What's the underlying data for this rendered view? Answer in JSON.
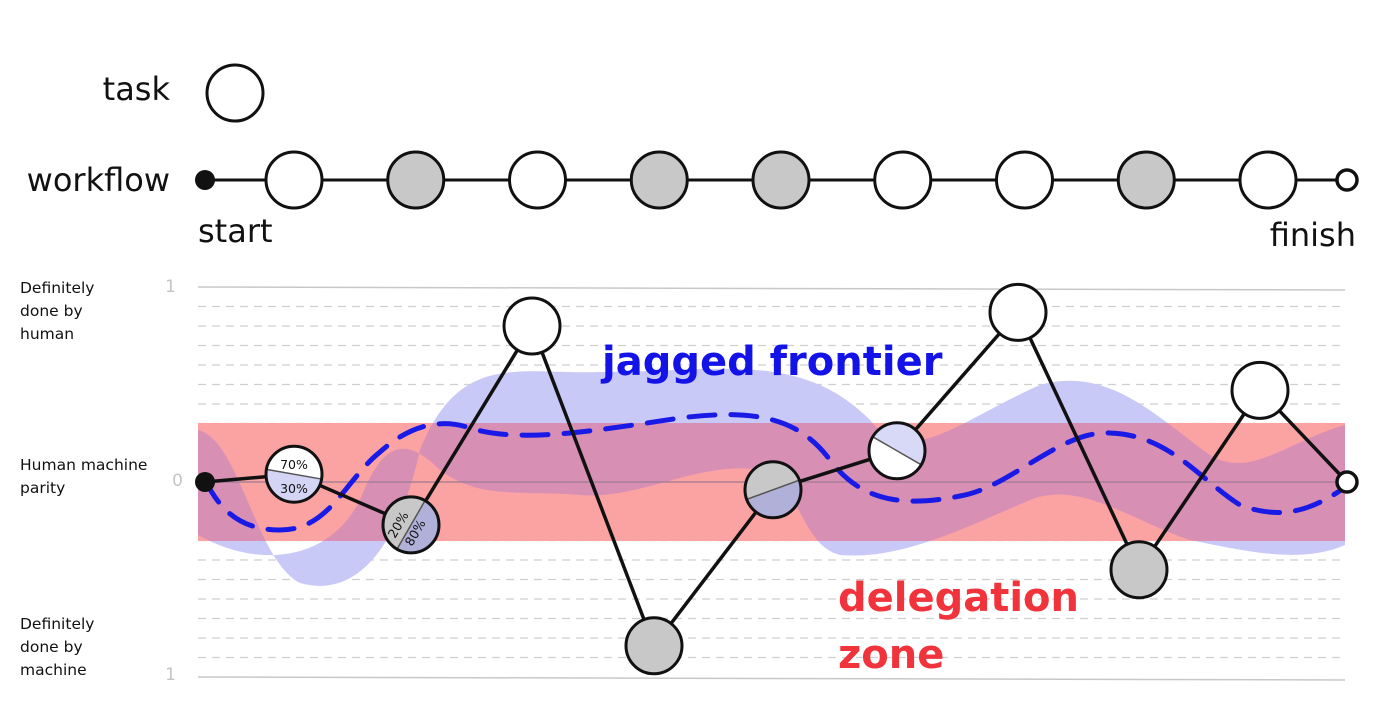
{
  "legend": {
    "task_label": "task",
    "workflow_label": "workflow"
  },
  "workflow": {
    "start_label": "start",
    "finish_label": "finish",
    "tasks": [
      "white",
      "gray",
      "white",
      "gray",
      "gray",
      "white",
      "white",
      "gray",
      "white"
    ]
  },
  "axis": {
    "top_label": [
      "Definitely",
      "done by",
      "human"
    ],
    "middle_label": [
      "Human machine",
      "parity"
    ],
    "bottom_label": [
      "Definitely",
      "done by",
      "machine"
    ],
    "tick_top": "1",
    "tick_mid": "0",
    "tick_bottom": "1"
  },
  "annotations": {
    "jagged_frontier": "jagged frontier",
    "delegation_zone": [
      "delegation",
      "zone"
    ]
  },
  "task_values": {
    "start": 0,
    "tasks": [
      {
        "value": 0.04,
        "human_pct": "70%",
        "machine_pct": "30%"
      },
      {
        "value": -0.22,
        "human_pct": "20%",
        "machine_pct": "80%"
      },
      {
        "value": 0.8
      },
      {
        "value": -0.84
      },
      {
        "value": -0.04
      },
      {
        "value": 0.16
      },
      {
        "value": 0.87
      },
      {
        "value": -0.45
      },
      {
        "value": 0.47
      }
    ],
    "finish": 0
  },
  "colors": {
    "task_white": "#ffffff",
    "task_gray": "#c8c8c8",
    "line": "#111111",
    "frontier": "#1a1ae6",
    "frontier_band": "#c9c9f7",
    "delegation": "#f1343c",
    "delegation_band": "#fba3a3",
    "overlap": "#d88fb4"
  }
}
